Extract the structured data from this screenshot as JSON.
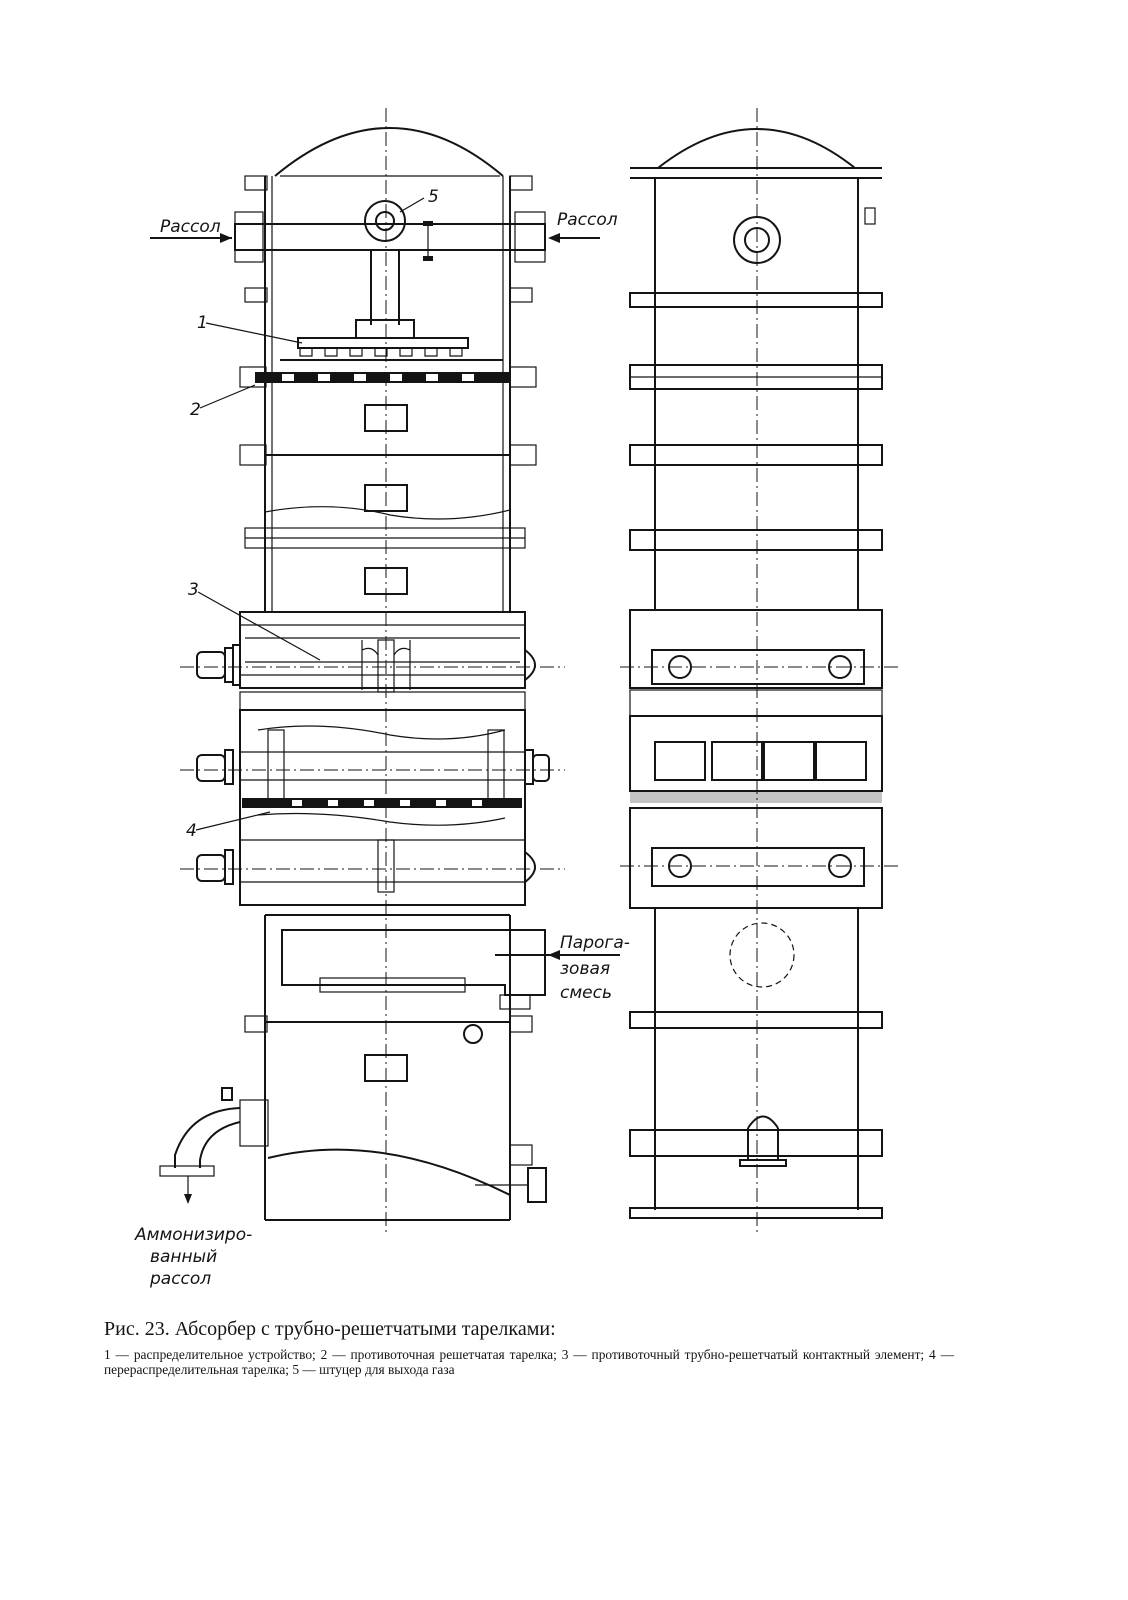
{
  "labels": {
    "brine_left": "Рассол",
    "brine_right": "Рассол",
    "vapor_gas_1": "Парога-",
    "vapor_gas_2": "зовая",
    "vapor_gas_3": "смесь",
    "ammoniated_1": "Аммонизиро-",
    "ammoniated_2": "ванный",
    "ammoniated_3": "рассол"
  },
  "callouts": {
    "n1": "1",
    "n2": "2",
    "n3": "3",
    "n4": "4",
    "n5": "5"
  },
  "caption": {
    "title": "Рис. 23. Абсорбер с трубно-решетчатыми тарелками:",
    "body": "1 — распределительное устройство; 2 — противоточная решетчатая тарелка; 3 — противоточный трубно-решетчатый контактный элемент; 4 — перераспределительная тарелка; 5 — штуцер для выхода газа"
  }
}
